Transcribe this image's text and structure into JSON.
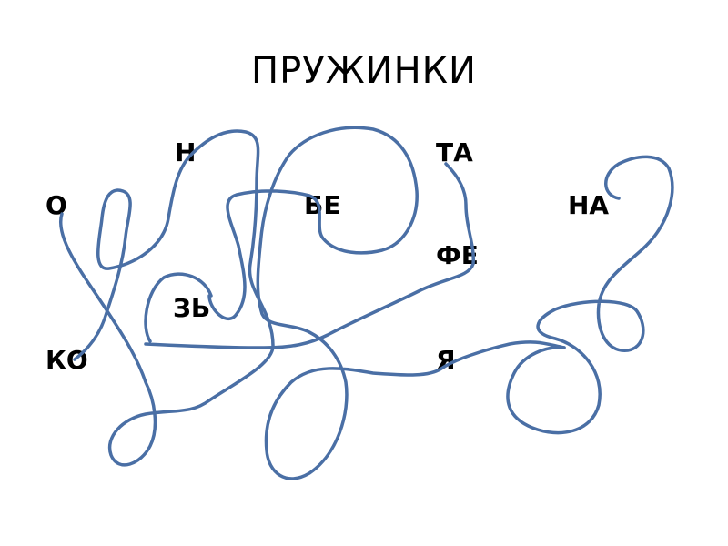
{
  "title": "ПРУЖИНКИ",
  "syllables": {
    "n": "Н",
    "ta": "ТА",
    "o": "О",
    "be": "БЕ",
    "na": "НА",
    "fe": "ФЕ",
    "zy": "ЗЬ",
    "ko": "КО",
    "ya": "Я"
  },
  "colors": {
    "spring_stroke": "#4a6fa5",
    "text": "#000000",
    "background": "#ffffff"
  }
}
